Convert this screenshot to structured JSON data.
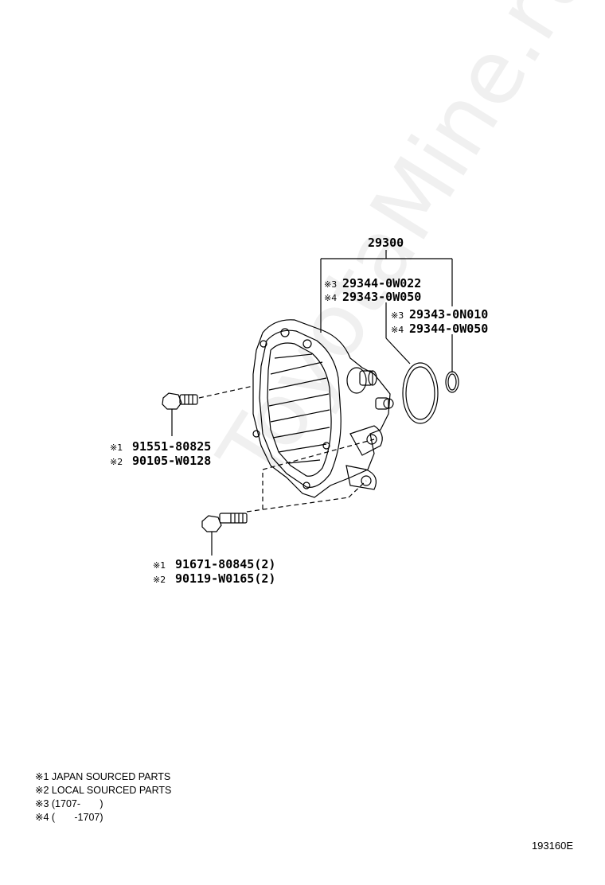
{
  "watermark": "ToyotaMine.ru",
  "assembly": {
    "part_no": "29300"
  },
  "callouts": [
    {
      "id": "c1",
      "marks": [
        "※3",
        "※4"
      ],
      "parts": [
        "29344-0W022",
        "29343-0W050"
      ]
    },
    {
      "id": "c2",
      "marks": [
        "※3",
        "※4"
      ],
      "parts": [
        "29343-0N010",
        "29344-0W050"
      ]
    },
    {
      "id": "c3",
      "marks": [
        "※1",
        "※2"
      ],
      "parts": [
        "91551-80825",
        "90105-W0128"
      ]
    },
    {
      "id": "c4",
      "marks": [
        "※1",
        "※2"
      ],
      "parts": [
        "91671-80845(2)",
        "90119-W0165(2)"
      ]
    }
  ],
  "legend": [
    "※1 JAPAN SOURCED PARTS",
    "※2 LOCAL SOURCED PARTS",
    "※3 (1707-       )",
    "※4 (       -1707)"
  ],
  "figure_id": "193160E",
  "colors": {
    "ink": "#000000",
    "background": "#ffffff",
    "watermark": "#0000000f"
  }
}
